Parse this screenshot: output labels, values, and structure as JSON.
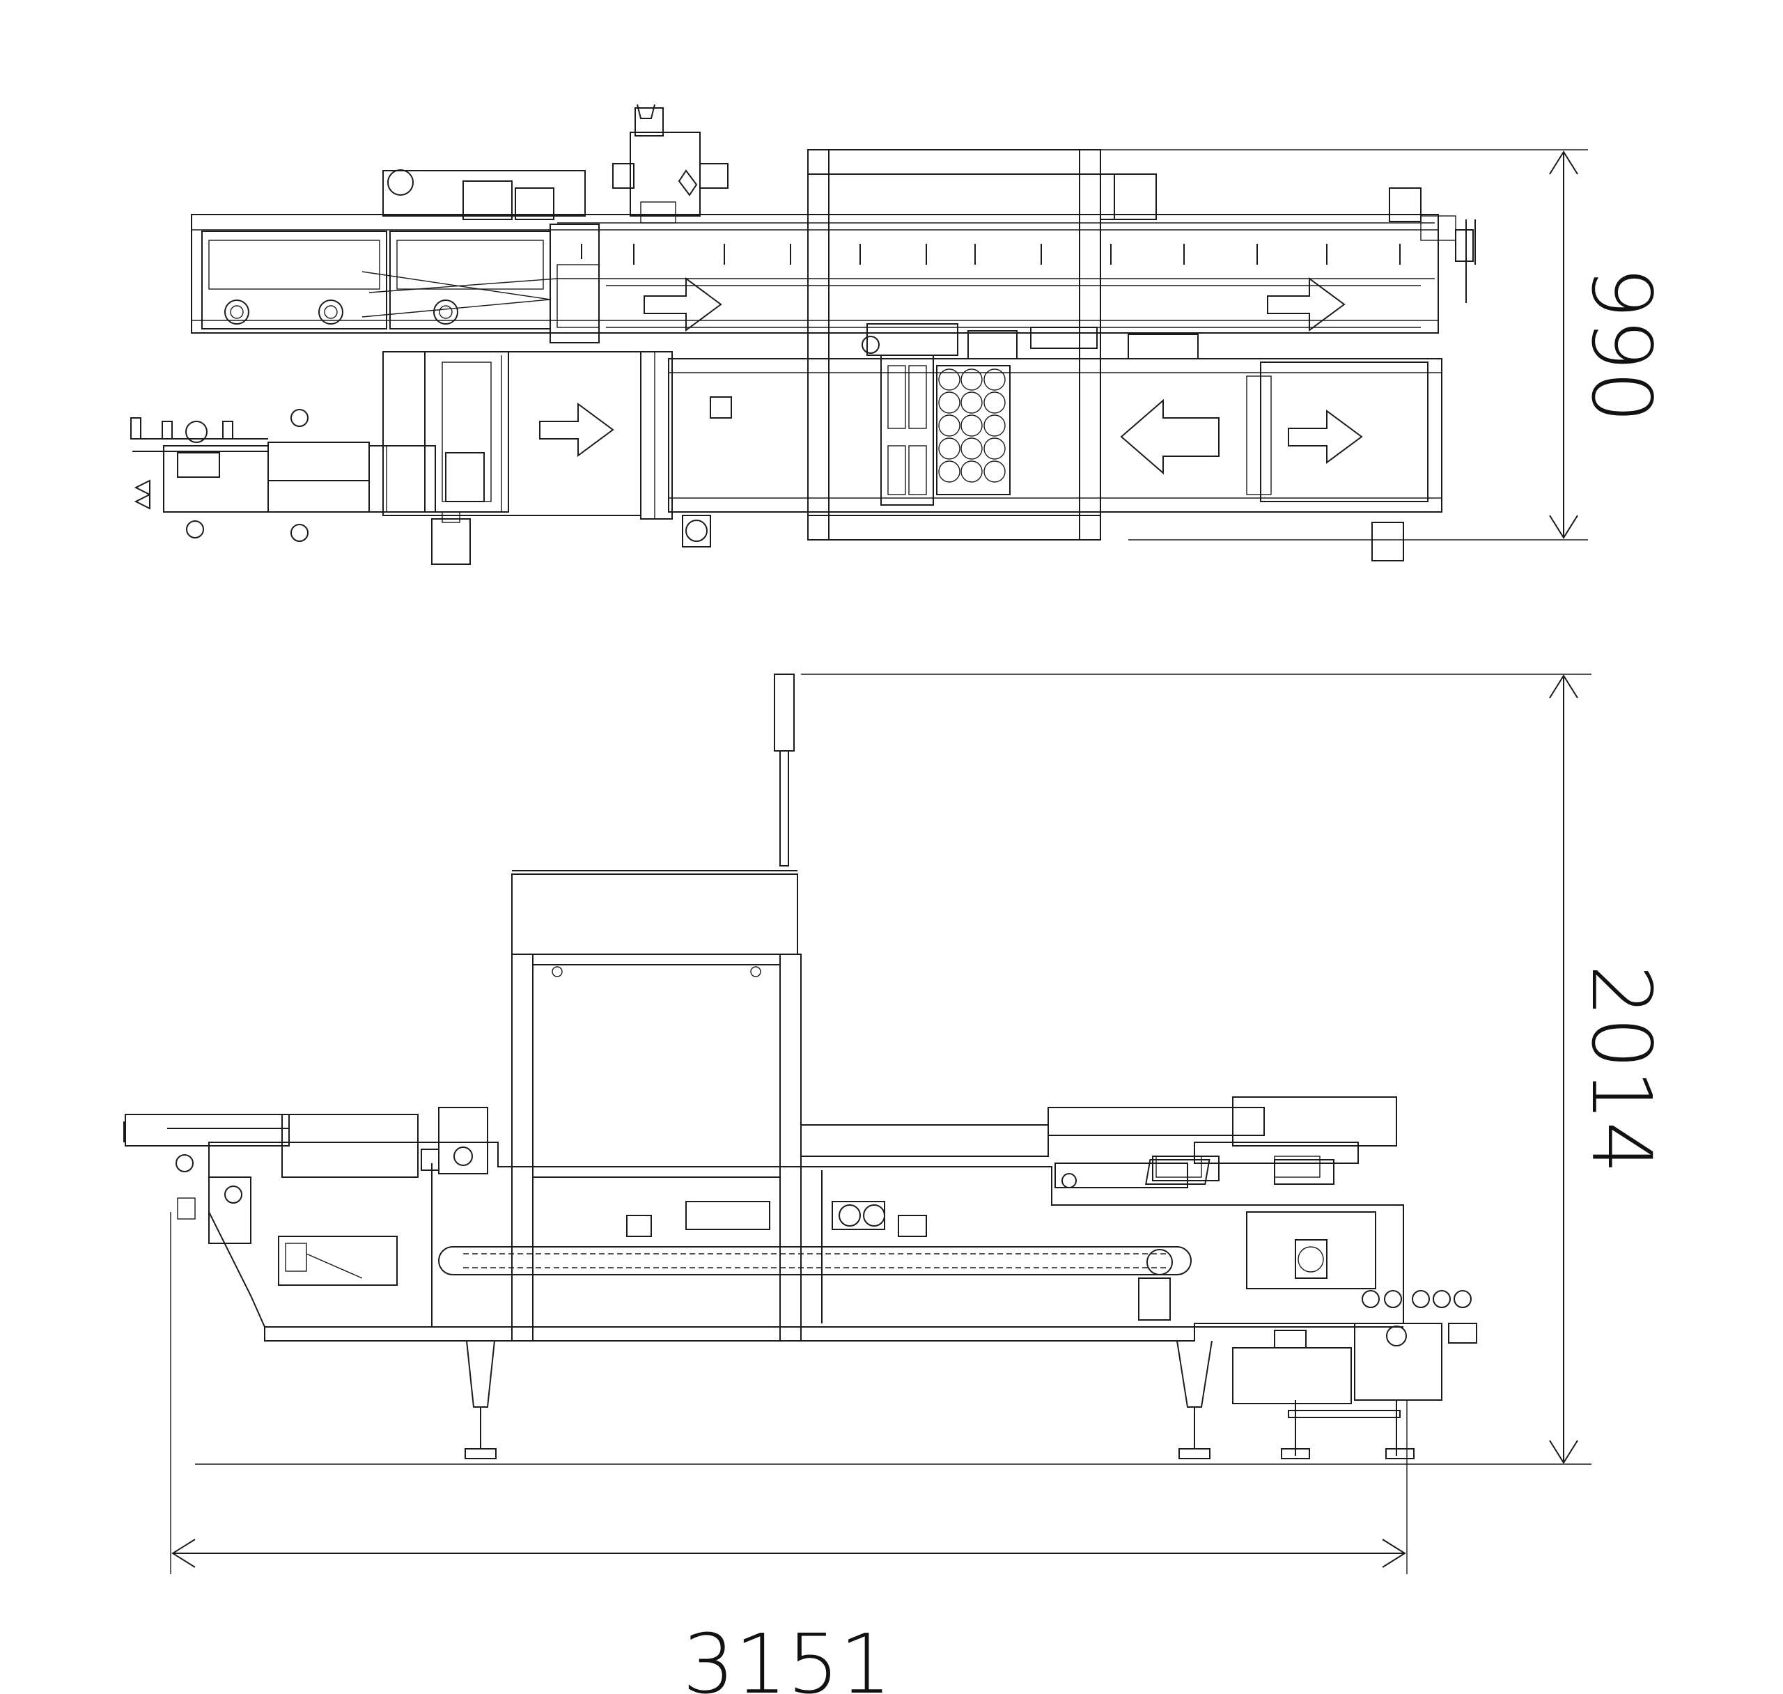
{
  "dimensions": {
    "top_view_depth": "990",
    "side_view_height": "2014",
    "overall_length": "3151"
  },
  "colors": {
    "line": "#1a1a1a",
    "background": "#ffffff"
  }
}
